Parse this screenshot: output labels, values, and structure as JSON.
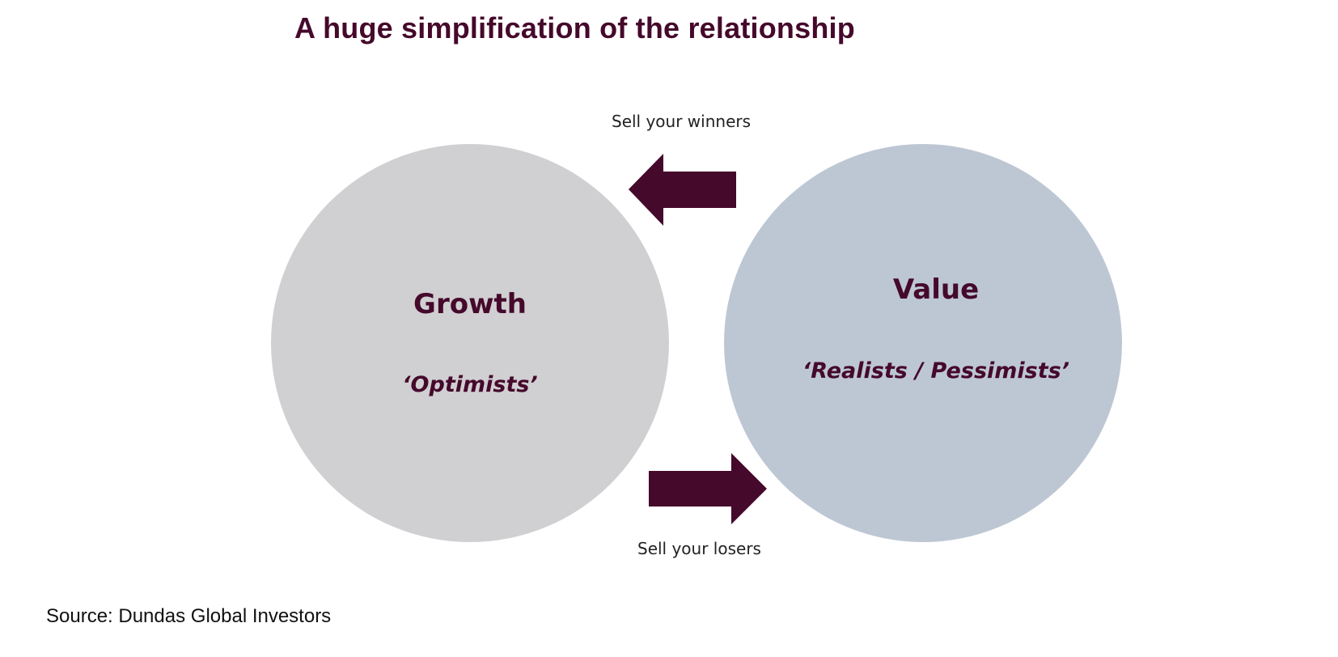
{
  "title": "A huge simplification of the relationship",
  "colors": {
    "accent": "#45092b",
    "growth_circle": "#d0cfd2",
    "value_circle": "#bdc7d4"
  },
  "growth": {
    "label": "Growth",
    "sublabel": "‘Optimists’"
  },
  "value": {
    "label": "Value",
    "sublabel": "‘Realists / Pessimists’"
  },
  "arrows": {
    "top_label": "Sell your winners",
    "bottom_label": "Sell your losers"
  },
  "source": "Source: Dundas Global Investors"
}
